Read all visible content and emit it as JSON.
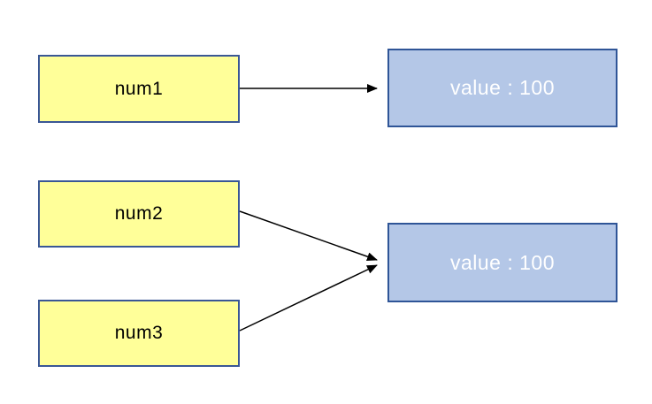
{
  "diagram": {
    "variables": [
      {
        "label": "num1"
      },
      {
        "label": "num2"
      },
      {
        "label": "num3"
      }
    ],
    "objects": [
      {
        "label": "value : 100"
      },
      {
        "label": "value : 100"
      }
    ]
  },
  "colors": {
    "canvas_bg": "#ffffff",
    "variable_fill": "#ffff99",
    "variable_border": "#3a5795",
    "variable_text": "#000000",
    "object_fill": "#b4c7e7",
    "object_border": "#2f5597",
    "object_text": "#ffffff",
    "arrow": "#000000"
  }
}
